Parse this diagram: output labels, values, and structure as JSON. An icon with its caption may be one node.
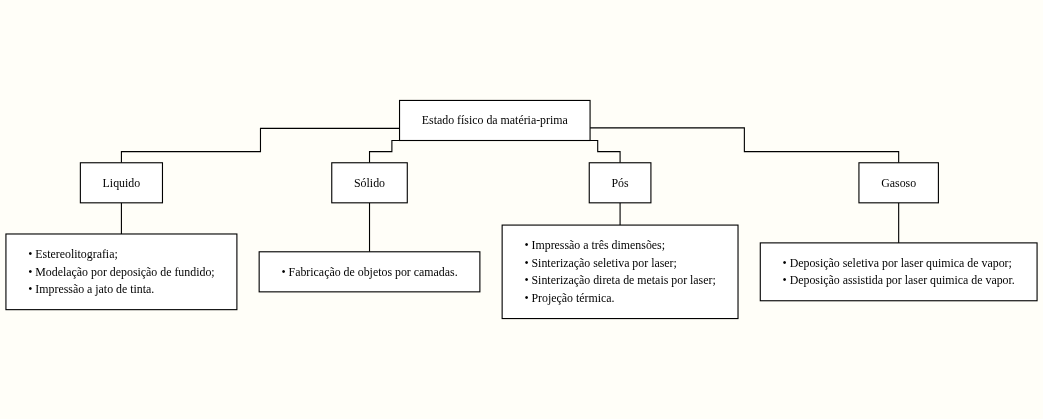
{
  "diagram": {
    "nodes": [
      {
        "text": [
          "Estado físico da matéria-prima"
        ]
      },
      {
        "text": [
          "Liquido"
        ]
      },
      {
        "text": [
          "Sólido"
        ]
      },
      {
        "text": [
          "Pós"
        ]
      },
      {
        "text": [
          "Gasoso"
        ]
      },
      {
        "text": [
          "• Estereolitografia;",
          "• Modelação por deposição de fundido;",
          "• Impressão a jato de tinta."
        ]
      },
      {
        "text": [
          "• Fabricação de objetos por camadas."
        ]
      },
      {
        "text": [
          "• Impressão a três dimensões;",
          "• Sinterização seletiva por laser;",
          "• Sinterização direta de metais por laser;",
          "• Projeção térmica."
        ]
      },
      {
        "text": [
          "• Deposição seletiva por laser quimica de vapor;",
          "• Deposição assistida por laser quimica de vapor."
        ]
      }
    ],
    "edges": [
      {
        "from": 0,
        "to": 1,
        "arrow": "none"
      },
      {
        "from": 0,
        "to": 2,
        "arrow": "none"
      },
      {
        "from": 0,
        "to": 3,
        "arrow": "none"
      },
      {
        "from": 0,
        "to": 4,
        "arrow": "none"
      },
      {
        "from": 1,
        "to": 5,
        "arrow": "none"
      },
      {
        "from": 2,
        "to": 6,
        "arrow": "none"
      },
      {
        "from": 3,
        "to": 7,
        "arrow": "none"
      },
      {
        "from": 4,
        "to": 8,
        "arrow": "none"
      }
    ]
  }
}
